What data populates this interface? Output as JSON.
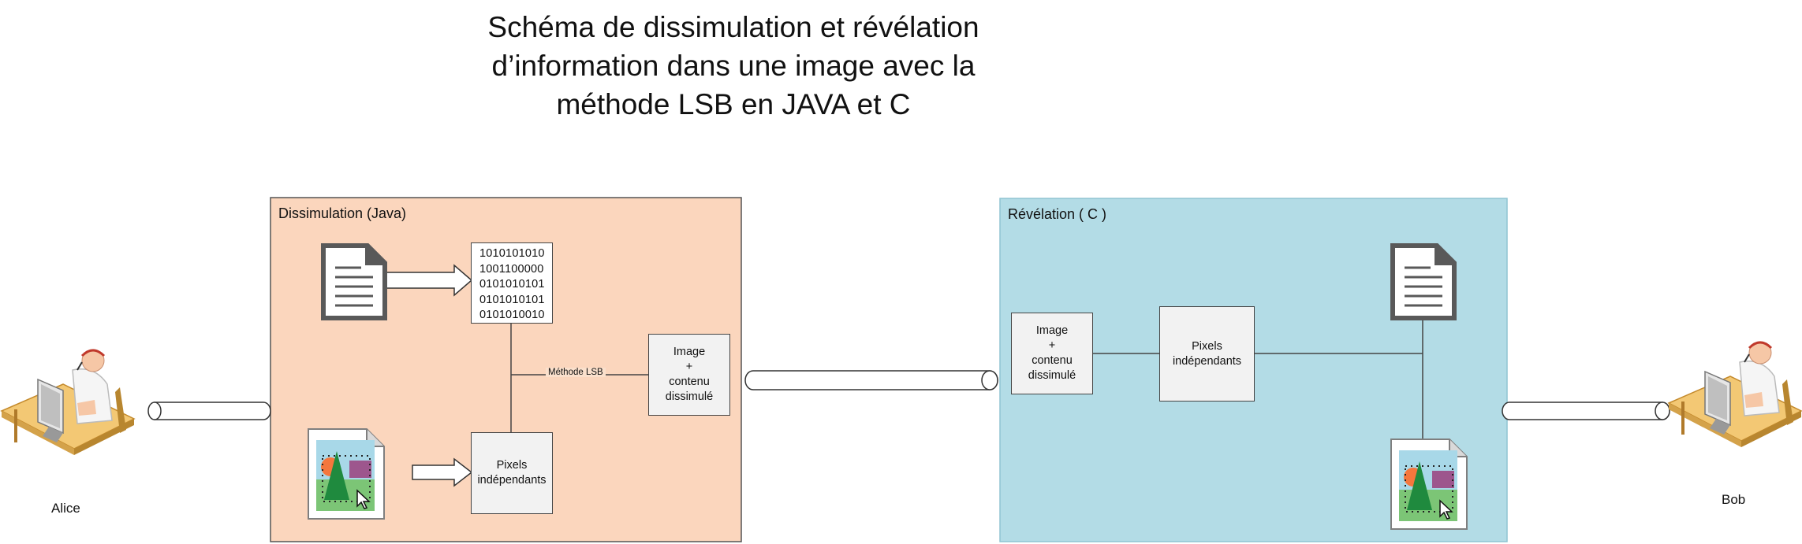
{
  "title": {
    "line1": "Schéma de dissimulation et révélation",
    "line2": "d’information dans une image avec la",
    "line3": "méthode LSB en JAVA et C"
  },
  "panels": {
    "hide": {
      "label": "Dissimulation (Java)",
      "fill": "#fbd6bd"
    },
    "reveal": {
      "label": "Révélation ( C )",
      "fill": "#b3dce6"
    }
  },
  "hide_section": {
    "binary_lines": [
      "1010101010",
      "1001100000",
      "0101010101",
      "0101010101",
      "0101010010"
    ],
    "pixels_box": {
      "line1": "Pixels",
      "line2": "indépendants"
    },
    "result_box": {
      "line1": "Image",
      "line2": "+",
      "line3": "contenu",
      "line4": "dissimulé"
    },
    "method_label": "Méthode LSB"
  },
  "reveal_section": {
    "input_box": {
      "line1": "Image",
      "line2": "+",
      "line3": "contenu",
      "line4": "dissimulé"
    },
    "pixels_box": {
      "line1": "Pixels",
      "line2": "indépendants"
    }
  },
  "people": {
    "sender": "Alice",
    "receiver": "Bob"
  },
  "icons": [
    "document-icon",
    "image-file-icon",
    "user-at-computer-icon",
    "pipe-connector-icon",
    "block-arrow-icon"
  ],
  "colors": {
    "hide_panel": "#fbd6bd",
    "reveal_panel": "#b3dce6",
    "box_fill": "#f2f2f2",
    "line": "#444444"
  }
}
